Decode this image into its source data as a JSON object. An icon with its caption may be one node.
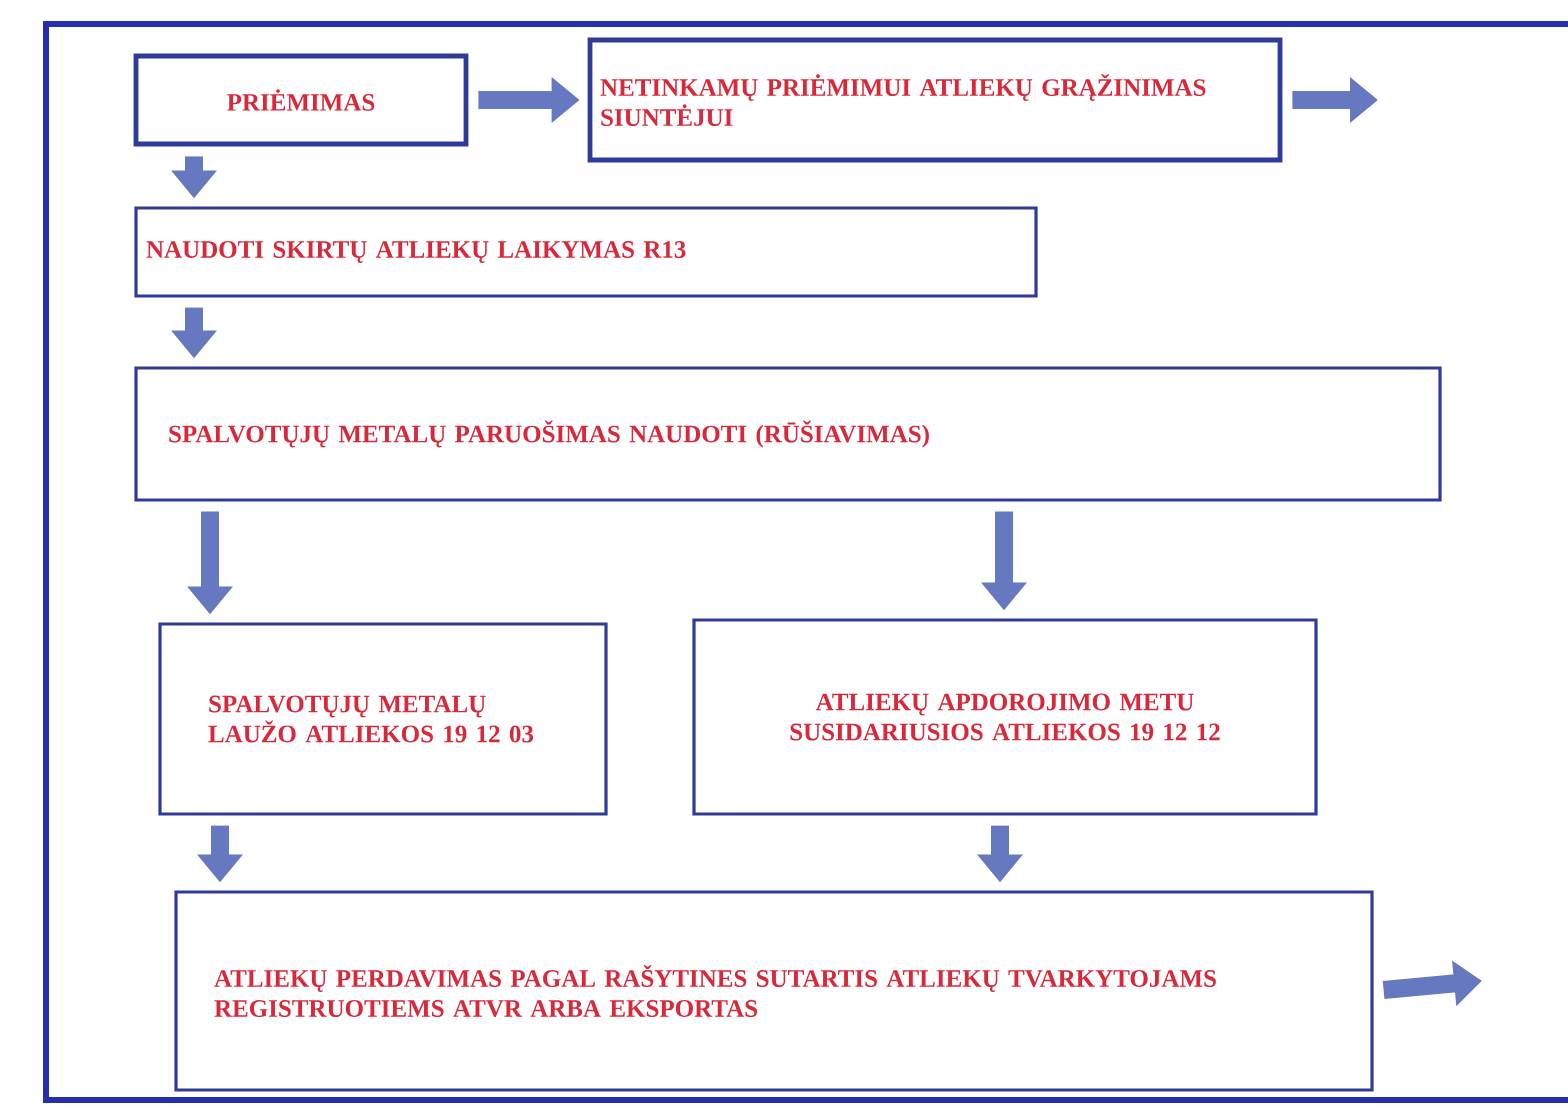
{
  "diagram": {
    "nodes": [
      {
        "text": [
          "PRIĖMIMAS"
        ]
      },
      {
        "text": [
          "NETINKAMŲ PRIĖMIMUI ATLIEKŲ GRĄŽINIMAS SIUNTĖJUI"
        ]
      },
      {
        "text": [
          "NAUDOTI SKIRTŲ ATLIEKŲ LAIKYMAS R13"
        ]
      },
      {
        "text": [
          "SPALVOTŲJŲ METALŲ PARUOŠIMAS NAUDOTI (RŪŠIAVIMAS)"
        ]
      },
      {
        "text": [
          "SPALVOTŲJŲ METALŲ LAUŽO ATLIEKOS 19 12 03"
        ]
      },
      {
        "text": [
          "ATLIEKŲ APDOROJIMO METU SUSIDARIUSIOS ATLIEKOS 19 12 12"
        ]
      },
      {
        "text": [
          "ATLIEKŲ PERDAVIMAS PAGAL RAŠYTINES SUTARTIS ATLIEKŲ TVARKYTOJAMS REGISTRUOTIEMS ATVR ARBA EKSPORTAS"
        ]
      }
    ],
    "edges": [
      {
        "from": 0,
        "to": 1,
        "arrow": "to"
      },
      {
        "from": 1,
        "to": null,
        "arrow": "to"
      },
      {
        "from": 0,
        "to": 2,
        "arrow": "to"
      },
      {
        "from": 2,
        "to": 3,
        "arrow": "to"
      },
      {
        "from": 3,
        "to": 4,
        "arrow": "to"
      },
      {
        "from": 3,
        "to": 5,
        "arrow": "to"
      },
      {
        "from": 4,
        "to": 6,
        "arrow": "to"
      },
      {
        "from": 5,
        "to": 6,
        "arrow": "to"
      },
      {
        "from": 6,
        "to": null,
        "arrow": "to"
      }
    ]
  }
}
